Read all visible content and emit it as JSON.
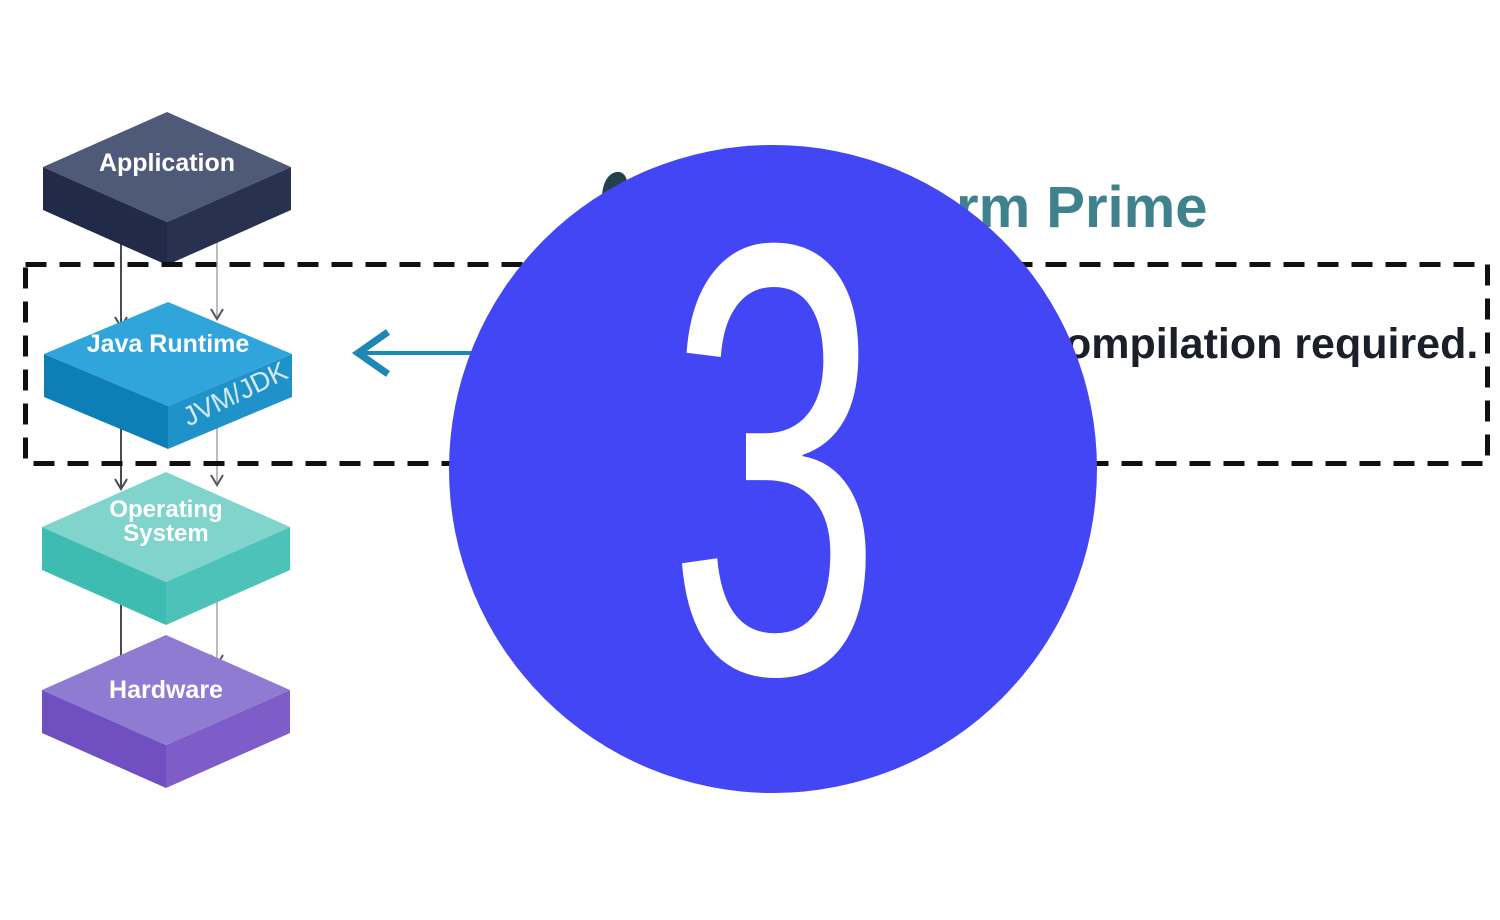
{
  "slide": {
    "badge": {
      "number": "3",
      "circle_color": "#4346F4",
      "number_color": "#FFFFFF"
    },
    "title": {
      "visible_text": "rm Prime",
      "color": "#3F828E"
    },
    "statement": {
      "visible_text": "ompilation required.",
      "color": "#1B1F2A"
    },
    "highlight_box": {
      "color": "#101010"
    },
    "pointer_arrow": {
      "color": "#1E87B5"
    },
    "stack": {
      "layers": [
        {
          "label": "Application",
          "colors": {
            "top": "#4E5A77",
            "left": "#212A49",
            "right": "#28314F"
          }
        },
        {
          "label": "Java Runtime",
          "side_label": "JVM/JDK",
          "colors": {
            "top": "#2FA5DB",
            "left": "#0E7FB6",
            "right": "#1F93C9"
          }
        },
        {
          "label_line1": "Operating",
          "label_line2": "System",
          "colors": {
            "top": "#80D4CC",
            "left": "#3FBCB1",
            "right": "#4DC2B8"
          }
        },
        {
          "label": "Hardware",
          "colors": {
            "top": "#8F7CD2",
            "left": "#7050C1",
            "right": "#7E5DC9"
          }
        }
      ]
    }
  }
}
